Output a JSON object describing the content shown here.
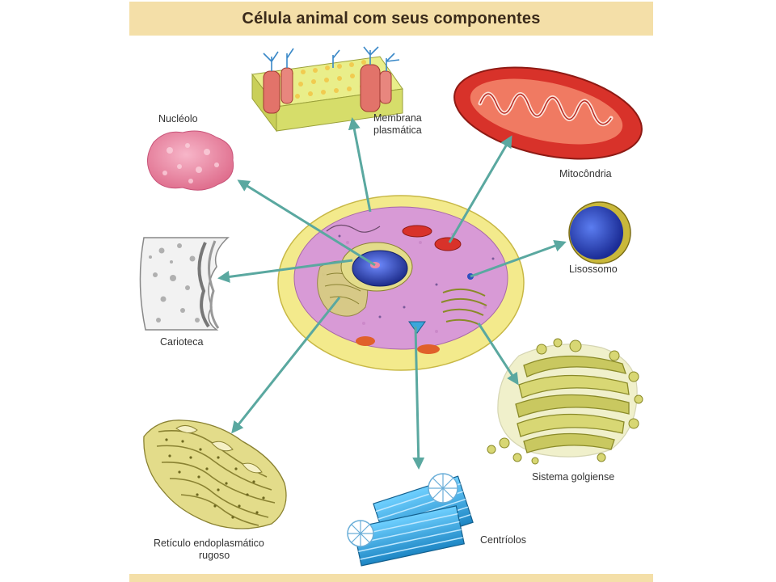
{
  "title": "Célula animal com seus componentes",
  "labels": {
    "nucleolo": "Nucléolo",
    "membrana_line1": "Membrana",
    "membrana_line2": "plasmática",
    "mitocondria": "Mitocôndria",
    "lisossomo": "Lisossomo",
    "carioteca": "Carioteca",
    "golgi": "Sistema golgiense",
    "centriolos": "Centríolos",
    "reticulo_line1": "Retículo endoplasmático",
    "reticulo_line2": "rugoso"
  },
  "colors": {
    "title_band": "#f4dfa8",
    "arrow": "#5aa8a0",
    "cytoplasm": "#d89ad6",
    "cell_edge": "#f3ea8c",
    "nucleus": "#2a3fa8",
    "mitochondria": "#d8322a",
    "golgi": "#c9c860",
    "centriole": "#3aa6dc",
    "nucleolus": "#ec8aa8",
    "lysosome": "#2e4fc0"
  }
}
